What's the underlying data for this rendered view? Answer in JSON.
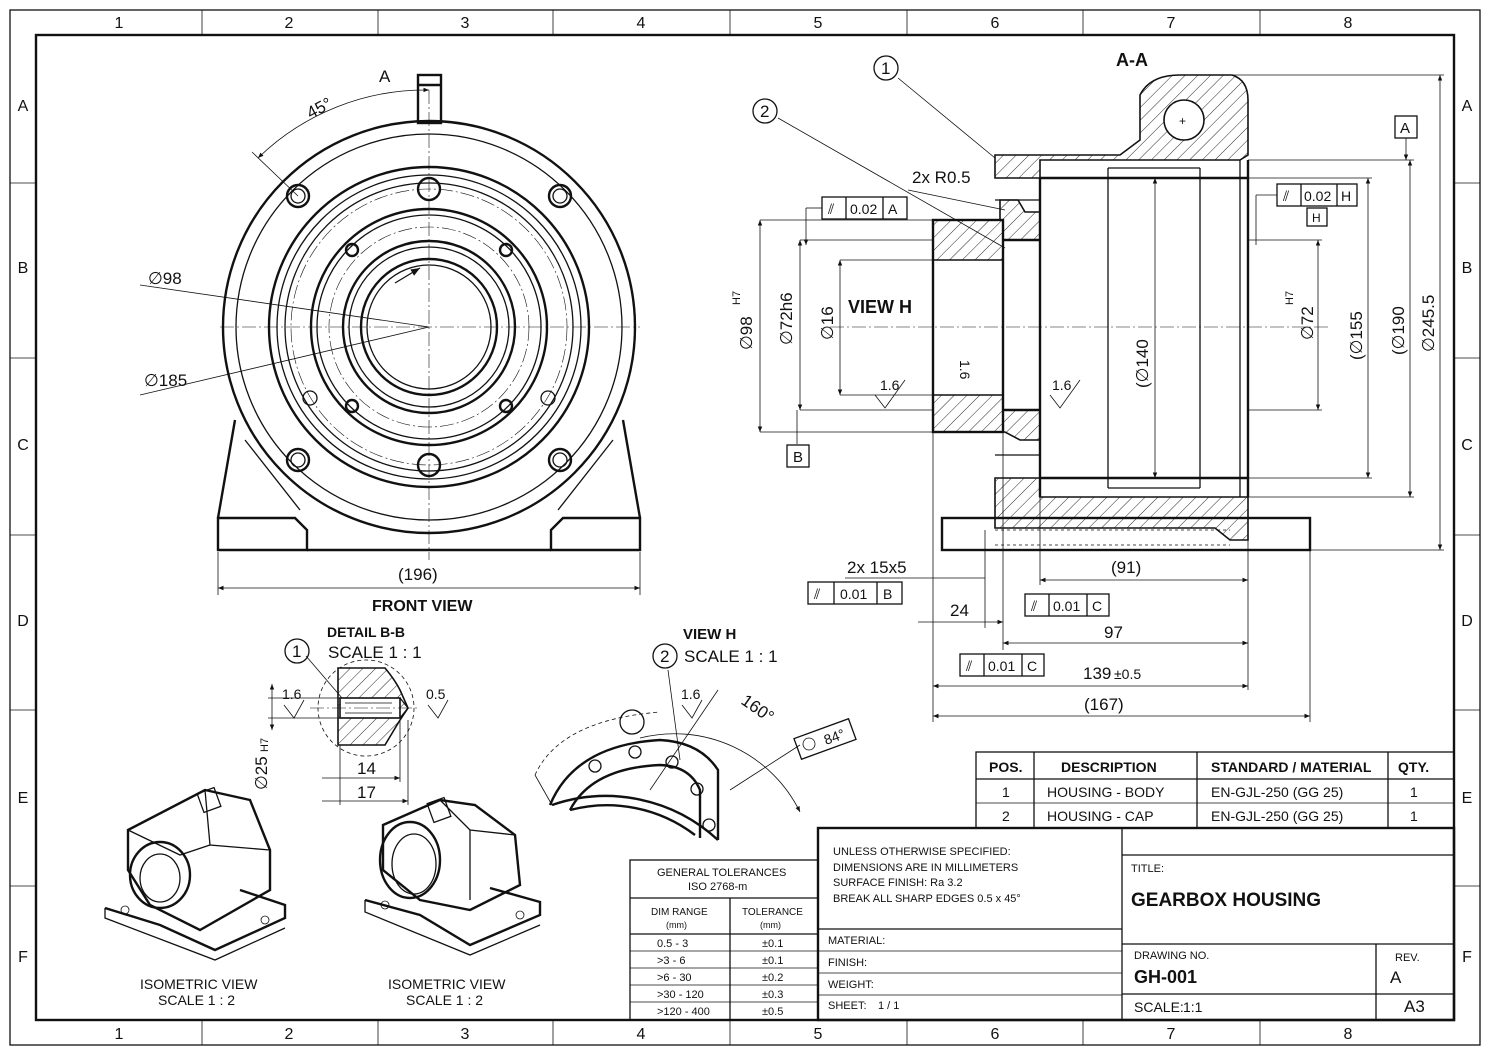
{
  "frame": {
    "columns": [
      "1",
      "2",
      "3",
      "4",
      "5",
      "6",
      "7",
      "8"
    ],
    "rows": [
      "A",
      "B",
      "C",
      "D",
      "E",
      "F"
    ]
  },
  "front_view": {
    "label": "FRONT VIEW",
    "section_marker": "A",
    "angle": "45°",
    "dia_98": "∅98",
    "dia_185": "∅185",
    "width": "(196)"
  },
  "section_view": {
    "label": "A-A",
    "datum_a": "A",
    "datum_b": "B",
    "datum_h": "H",
    "radius_note": "2x R0.5",
    "chamfer_note": "2x 15x5",
    "view_h_label": "VIEW H",
    "dims": {
      "d98": "∅98",
      "d98_tol": "H7",
      "d72h6": "∅72h6",
      "d16": "∅16",
      "d140": "(∅140",
      "d72": "∅72",
      "d72_tol": "H7",
      "d155": "(∅155",
      "d190": "(∅190",
      "d245": "∅245.5",
      "d91": "(91)",
      "d24": "24",
      "d97": "97",
      "d139": "139",
      "d139_tol": "±0.5",
      "d167": "(167)"
    },
    "finish": [
      "1.6",
      "1.6",
      "1.6"
    ],
    "fcf": [
      {
        "tol": "0.02",
        "datum": "A"
      },
      {
        "tol": "0.02",
        "datum": "H"
      },
      {
        "tol": "0.01",
        "datum": "B"
      },
      {
        "tol": "0.01",
        "datum": "C"
      },
      {
        "tol": "0.01",
        "datum": "C"
      }
    ],
    "balloons": [
      "1",
      "2"
    ]
  },
  "detail_bb": {
    "title": "DETAIL B-B",
    "scale": "SCALE 1 : 1",
    "balloon": "1",
    "finish_left": "1.6",
    "finish_right": "0.5",
    "dia": "∅25",
    "dia_tol": "H7",
    "d14": "14",
    "d17": "17"
  },
  "view_h": {
    "title": "VIEW H",
    "scale": "SCALE 1 : 1",
    "balloon": "2",
    "finish": "1.6",
    "angle": "160°",
    "dia": "84°"
  },
  "iso_views": [
    {
      "label": "ISOMETRIC VIEW",
      "scale": "SCALE 1 : 2"
    },
    {
      "label": "ISOMETRIC VIEW",
      "scale": "SCALE 1 : 2"
    }
  ],
  "bom": {
    "headers": [
      "POS.",
      "DESCRIPTION",
      "STANDARD / MATERIAL",
      "QTY."
    ],
    "rows": [
      [
        "1",
        "HOUSING - BODY",
        "EN-GJL-250 (GG 25)",
        "1"
      ],
      [
        "2",
        "HOUSING - CAP",
        "EN-GJL-250 (GG 25)",
        "1"
      ]
    ]
  },
  "tolerances": {
    "title1": "GENERAL TOLERANCES",
    "title2": "ISO 2768-m",
    "col1": "DIM RANGE",
    "col2": "TOLERANCE",
    "unit": "(mm)",
    "rows": [
      [
        "0.5 - 3",
        "±0.1"
      ],
      [
        ">3 - 6",
        "±0.1"
      ],
      [
        ">6 - 30",
        "±0.2"
      ],
      [
        ">30 - 120",
        "±0.3"
      ],
      [
        ">120 - 400",
        "±0.5"
      ]
    ]
  },
  "notes": [
    "UNLESS OTHERWISE SPECIFIED:",
    "DIMENSIONS ARE IN MILLIMETERS",
    "SURFACE FINISH: Ra 3.2",
    "BREAK ALL SHARP EDGES 0.5 x 45°"
  ],
  "title_block": {
    "material_label": "MATERIAL:",
    "finish_label": "FINISH:",
    "weight_label": "WEIGHT:",
    "sheet_label": "SHEET:",
    "sheet_value": "1 / 1",
    "title_label": "TITLE:",
    "title": "GEARBOX HOUSING",
    "drawing_no_label": "DRAWING NO.",
    "drawing_no": "GH-001",
    "rev_label": "REV.",
    "rev": "A",
    "scale_label": "SCALE:",
    "scale": "1:1",
    "size": "A3"
  }
}
